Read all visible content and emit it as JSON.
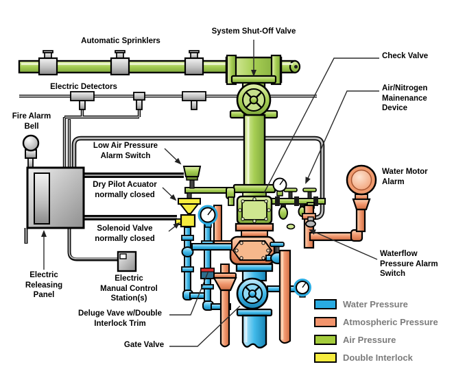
{
  "diagram": {
    "labels": {
      "automatic_sprinklers": "Automatic Sprinklers",
      "system_shutoff_valve": "System Shut-Off Valve",
      "check_valve": "Check Valve",
      "electric_detectors": "Electric Detectors",
      "air_nitrogen_device": "Air/Nitrogen\nMainenance\nDevice",
      "fire_alarm_bell": "Fire Alarm\nBell",
      "low_air_pressure": "Low Air Pressure\nAlarm Switch",
      "water_motor_alarm": "Water Motor\nAlarm",
      "dry_pilot_actuator": "Dry Pilot Acuator\nnormally closed",
      "solenoid_valve": "Solenoid Valve\nnormally closed",
      "waterflow_switch": "Waterflow\nPressure Alarm\nSwitch",
      "electric_releasing_panel": "Electric\nReleasing\nPanel",
      "manual_control_station": "Electric\nManual Control\nStation(s)",
      "deluge_valve": "Deluge Vave w/Double\nInterlock Trim",
      "gate_valve": "Gate Valve"
    },
    "legend": {
      "items": [
        {
          "label": "Water Pressure",
          "color": "#29ABE2"
        },
        {
          "label": "Atmospheric Pressure",
          "color": "#F2946C"
        },
        {
          "label": "Air Pressure",
          "color": "#A4CC3C"
        },
        {
          "label": "Double Interlock",
          "color": "#F6EC3F"
        }
      ]
    }
  }
}
